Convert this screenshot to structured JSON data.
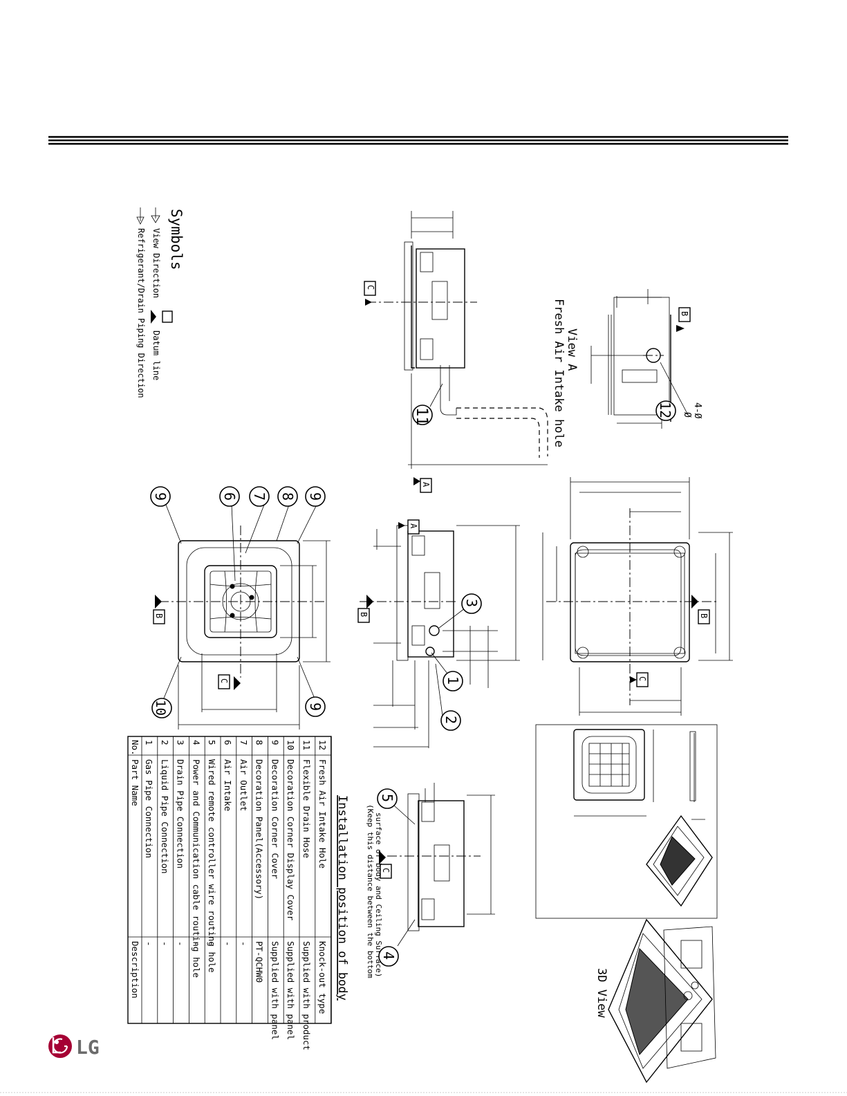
{
  "symbols": {
    "title": "Symbols",
    "view_direction": "View Direction",
    "piping_direction": "Refrigerant/Drain Piping Direction",
    "datum_line": "Datum line"
  },
  "callouts": [
    "1",
    "2",
    "3",
    "4",
    "5",
    "6",
    "7",
    "8",
    "9",
    "10",
    "11",
    "12"
  ],
  "datum_labels": {
    "a": "A",
    "b": "B",
    "c": "C"
  },
  "view_a": {
    "title": "View A",
    "subtitle": "Fresh Air Intake hole",
    "hole_spec": "4-Ø",
    "dia": "Ø"
  },
  "installation": {
    "title": "Installation position of body",
    "note_line1": "(Keep this distance between the bottom",
    "note_line2": "surface of body and Ceiling Surface)"
  },
  "view_3d": "3D View",
  "parts_table": {
    "headers": {
      "no": "No.",
      "name": "Part Name",
      "desc": "Description"
    },
    "rows": [
      {
        "no": "1",
        "name": "Gas Pipe Connection",
        "desc": "-"
      },
      {
        "no": "2",
        "name": "Liquid Pipe Connection",
        "desc": "-"
      },
      {
        "no": "3",
        "name": "Drain Pipe Connection",
        "desc": "-"
      },
      {
        "no": "4",
        "name": "Power and Communication cable routing hole",
        "desc": "-"
      },
      {
        "no": "5",
        "name": "Wired remote controller wire routing hole",
        "desc": "-"
      },
      {
        "no": "6",
        "name": "Air Intake",
        "desc": "-"
      },
      {
        "no": "7",
        "name": "Air Outlet",
        "desc": "-"
      },
      {
        "no": "8",
        "name": "Decoration Panel(Accessory)",
        "desc": "PT-QCHW0"
      },
      {
        "no": "9",
        "name": "Decoration Corner Cover",
        "desc": "Supplied with panel"
      },
      {
        "no": "10",
        "name": "Decoration Corner Display Cover",
        "desc": "Supplied with panel"
      },
      {
        "no": "11",
        "name": "Flexible Drain Hose",
        "desc": "Supplied with product"
      },
      {
        "no": "12",
        "name": "Fresh Air Intake Hole",
        "desc": "Knock-out type"
      }
    ]
  },
  "brand": {
    "logo_text": "LG",
    "color": "#a50034"
  }
}
